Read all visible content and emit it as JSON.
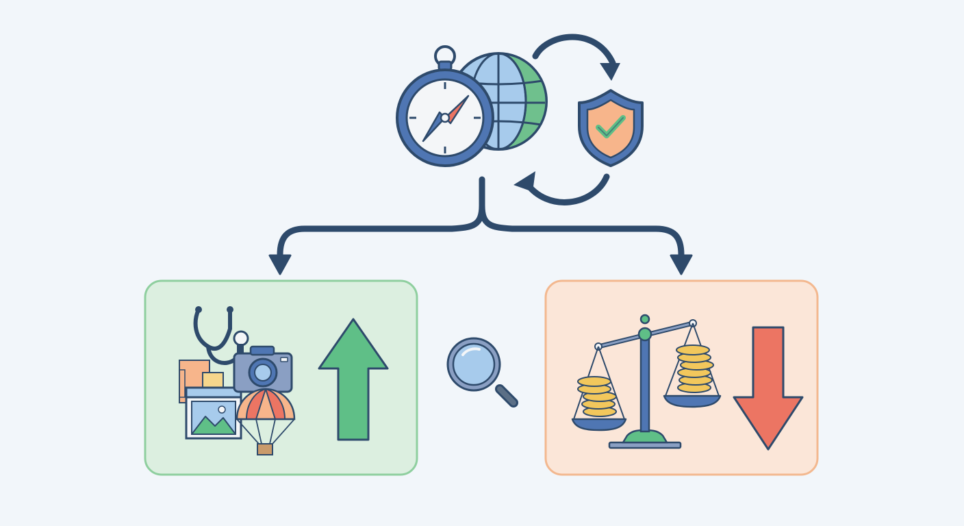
{
  "diagram": {
    "hub": {
      "icons": [
        "compass-icon",
        "globe-icon"
      ]
    },
    "protection": {
      "icon": "shield-check-icon",
      "cycle": "circular-arrows"
    },
    "connector": "analysis-magnifier-icon",
    "branches": [
      {
        "id": "gains",
        "direction": "up",
        "icons": [
          "stethoscope-icon",
          "camera-icon",
          "parachute-icon",
          "image-window-icon",
          "documents-icon"
        ],
        "colors": {
          "fill": "#dcefe0",
          "border": "#8fcf9f",
          "arrow": "#5fbf87"
        }
      },
      {
        "id": "costs",
        "direction": "down",
        "icons": [
          "balance-scale-icon",
          "coin-stack-icon"
        ],
        "colors": {
          "fill": "#fbe6d8",
          "border": "#f3b88f",
          "arrow": "#ec7563"
        }
      }
    ]
  },
  "colors": {
    "background": "#f2f6fa",
    "outline": "#2e4a6b",
    "blue": "#4f76b3",
    "light-blue": "#a7cbec",
    "green": "#5fbf87",
    "orange": "#f7b58b",
    "coin": "#f2c75c"
  }
}
